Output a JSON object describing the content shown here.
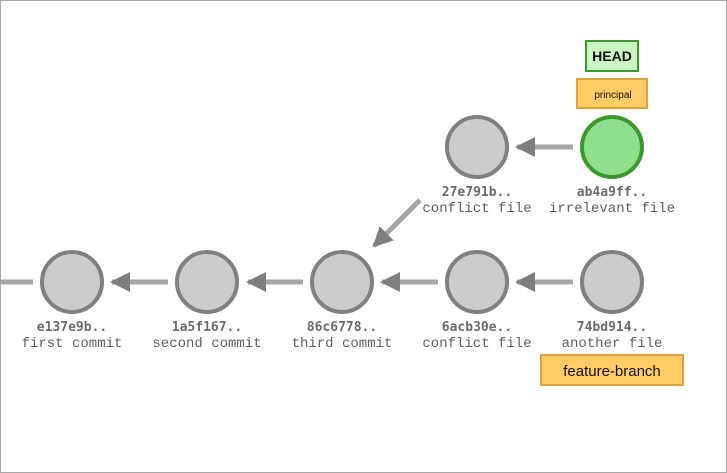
{
  "colors": {
    "node_fill": "#cccccc",
    "node_stroke": "#808080",
    "head_node_fill": "#8fdf8f",
    "head_node_stroke": "#3a9b2a",
    "edge": "#a6a6a6",
    "arrowhead": "#7f7f7f",
    "head_tag_fill": "#ccf5c4",
    "head_tag_stroke": "#3a9b2a",
    "branch_tag_fill": "#ffcc66",
    "branch_tag_stroke": "#e0a040"
  },
  "commits": [
    {
      "id": "c1",
      "hash": "e137e9b..",
      "message": "first commit"
    },
    {
      "id": "c2",
      "hash": "1a5f167..",
      "message": "second commit"
    },
    {
      "id": "c3",
      "hash": "86c6778..",
      "message": "third commit"
    },
    {
      "id": "c4",
      "hash": "6acb30e..",
      "message": "conflict file"
    },
    {
      "id": "c5",
      "hash": "74bd914..",
      "message": "another file"
    },
    {
      "id": "c6",
      "hash": "27e791b..",
      "message": "conflict file"
    },
    {
      "id": "c7",
      "hash": "ab4a9ff..",
      "message": "irrelevant file"
    }
  ],
  "refs": {
    "head": "HEAD",
    "principal": "principal",
    "feature_branch": "feature-branch"
  }
}
